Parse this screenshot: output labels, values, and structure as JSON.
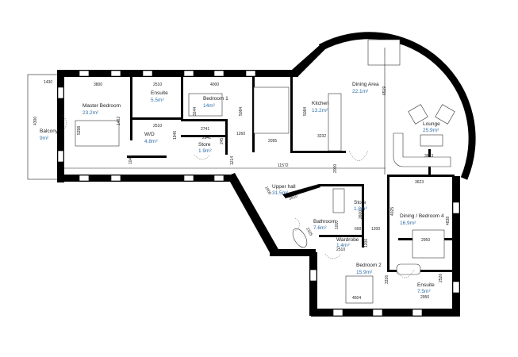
{
  "rooms": [
    {
      "name": "Balcony",
      "area": "9m²"
    },
    {
      "name": "Master Bedroom",
      "area": "23.2m²"
    },
    {
      "name": "Ensuite",
      "area": "5.5m²"
    },
    {
      "name": "W/D",
      "area": "4.8m²"
    },
    {
      "name": "Bedroom 1",
      "area": "14m²"
    },
    {
      "name": "Store",
      "area": "1.9m²"
    },
    {
      "name": "Kitchen",
      "area": "13.2m²"
    },
    {
      "name": "Dining Area",
      "area": "22.1m²"
    },
    {
      "name": "Lounge",
      "area": "25.9m²"
    },
    {
      "name": "Upper hall",
      "area": "31.5m²"
    },
    {
      "name": "Bathroom",
      "area": "7.6m²"
    },
    {
      "name": "Store",
      "area": "1.8m²"
    },
    {
      "name": "Wardrobe",
      "area": "1.4m²"
    },
    {
      "name": "Dining / Bedroom 4",
      "area": "16.9m²"
    },
    {
      "name": "Bedroom 2",
      "area": "15.9m²"
    },
    {
      "name": "Ensuite",
      "area": "7.5m²"
    }
  ],
  "dimensions": [
    "1430",
    "3800",
    "2510",
    "4000",
    "4300",
    "5398",
    "1462",
    "2510",
    "1946",
    "3244",
    "5084",
    "2741",
    "2841",
    "245",
    "1260",
    "2095",
    "1214",
    "1042",
    "11572",
    "2000",
    "5084",
    "3232",
    "6519",
    "3623",
    "3623",
    "3810",
    "1950",
    "2325",
    "1010",
    "2600",
    "600",
    "1200",
    "2510",
    "1200",
    "4025",
    "4838",
    "2950",
    "3326",
    "4504",
    "2950",
    "2526"
  ],
  "colors": {
    "wall": "#000000",
    "area_text": "#2f6fa8"
  }
}
